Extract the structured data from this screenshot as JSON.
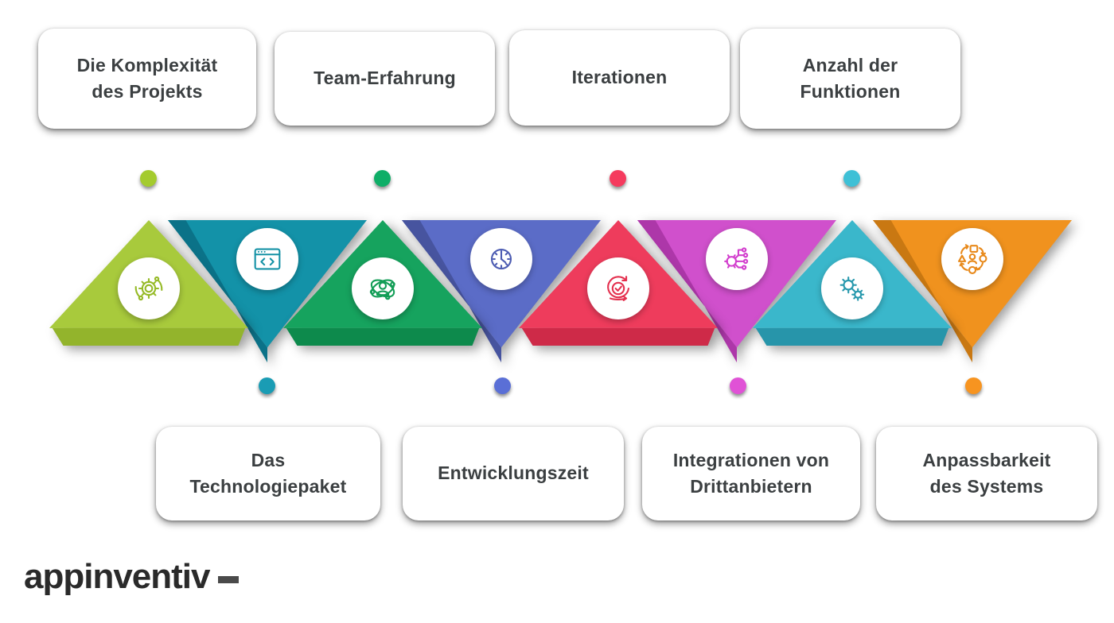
{
  "background": "#ffffff",
  "text_color": "#3b3f41",
  "top_cards": [
    {
      "label": "Die Komplexität des Projekts",
      "dot_color": "#a4cb2e"
    },
    {
      "label": "Team-Erfahrung",
      "dot_color": "#0fae67"
    },
    {
      "label": "Iterationen",
      "dot_color": "#f53a5e"
    },
    {
      "label": "Anzahl der Funktionen",
      "dot_color": "#3ec0d6"
    }
  ],
  "bottom_cards": [
    {
      "label": "Das Technologiepaket",
      "dot_color": "#1a9cb4"
    },
    {
      "label": "Entwicklungszeit",
      "dot_color": "#5a6fd6"
    },
    {
      "label": "Integrationen von Drittanbietern",
      "dot_color": "#e052d6"
    },
    {
      "label": "Anpassbarkeit des Systems",
      "dot_color": "#f79420"
    }
  ],
  "triangles": [
    {
      "direction": "up",
      "icon": "process-gear-icon",
      "color": "#a8ca3c",
      "shade": "#93b42c",
      "icon_color": "#96ba27"
    },
    {
      "direction": "down",
      "icon": "code-window-icon",
      "color": "#1392a8",
      "shade": "#0b7288",
      "icon_color": "#1592a6"
    },
    {
      "direction": "up",
      "icon": "team-orbit-icon",
      "color": "#16a35e",
      "shade": "#0d8a4c",
      "icon_color": "#129d56"
    },
    {
      "direction": "down",
      "icon": "clock-icon",
      "color": "#5b6cc7",
      "shade": "#47549f",
      "icon_color": "#4d5cb2"
    },
    {
      "direction": "up",
      "icon": "sprint-check-icon",
      "color": "#ee3c5c",
      "shade": "#ce2a48",
      "icon_color": "#e4314f"
    },
    {
      "direction": "down",
      "icon": "ai-circuit-gear-icon",
      "color": "#d050cc",
      "shade": "#ad37a9",
      "icon_color": "#d23ecd"
    },
    {
      "direction": "up",
      "icon": "double-gears-icon",
      "color": "#3ab7cb",
      "shade": "#2795aa",
      "icon_color": "#2698ad"
    },
    {
      "direction": "down",
      "icon": "workflow-shapes-icon",
      "color": "#f0921e",
      "shade": "#c97812",
      "icon_color": "#e8891a"
    }
  ],
  "logo": {
    "text": "appinventiv",
    "cursor_color": "#4a4a4a"
  }
}
